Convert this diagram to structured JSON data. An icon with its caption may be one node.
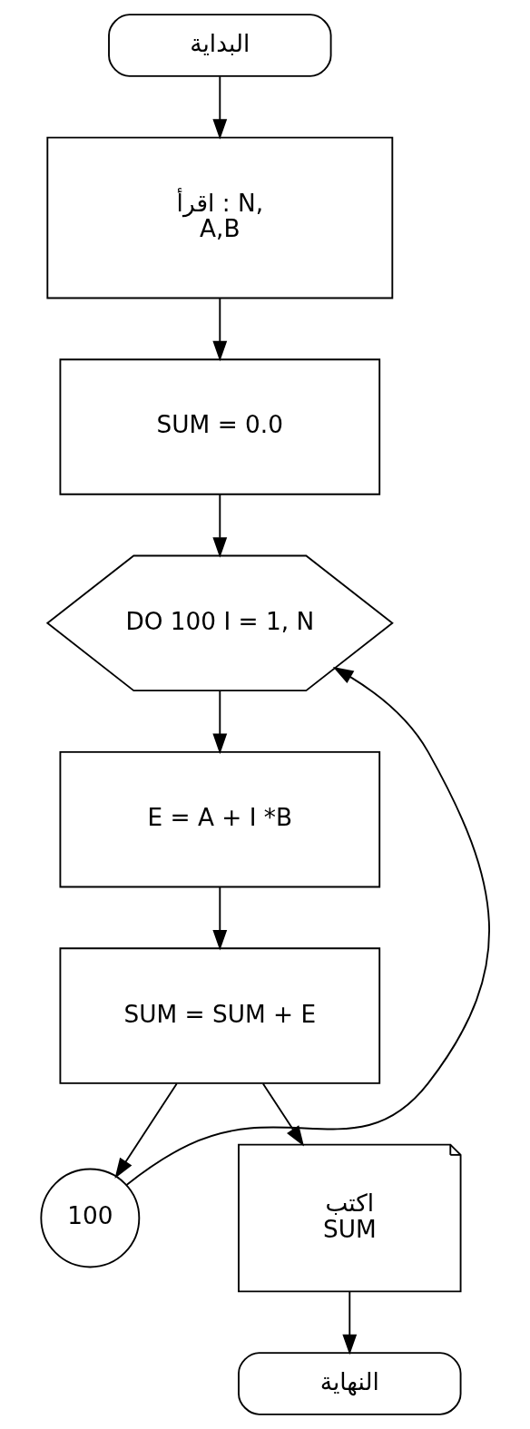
{
  "diagram": {
    "nodes": [
      {
        "text": [
          "البداية"
        ]
      },
      {
        "text": [
          "اقرأ : N,",
          "A,B"
        ]
      },
      {
        "text": [
          "SUM = 0.0"
        ]
      },
      {
        "text": [
          "DO 100 I = 1, N"
        ]
      },
      {
        "text": [
          "E = A + I *B"
        ]
      },
      {
        "text": [
          "SUM = SUM + E"
        ]
      },
      {
        "text": [
          "100"
        ]
      },
      {
        "text": [
          "اكتب",
          "SUM"
        ]
      },
      {
        "text": [
          "النهاية"
        ]
      }
    ],
    "edges": [
      {
        "from": 0,
        "to": 1,
        "arrow": "to"
      },
      {
        "from": 1,
        "to": 2,
        "arrow": "to"
      },
      {
        "from": 2,
        "to": 3,
        "arrow": "to"
      },
      {
        "from": 3,
        "to": 4,
        "arrow": "to"
      },
      {
        "from": 4,
        "to": 5,
        "arrow": "to"
      },
      {
        "from": 5,
        "to": 6,
        "arrow": "to"
      },
      {
        "from": 6,
        "to": 3,
        "arrow": "to"
      },
      {
        "from": 5,
        "to": 7,
        "arrow": "to"
      },
      {
        "from": 7,
        "to": 8,
        "arrow": "to"
      }
    ]
  }
}
